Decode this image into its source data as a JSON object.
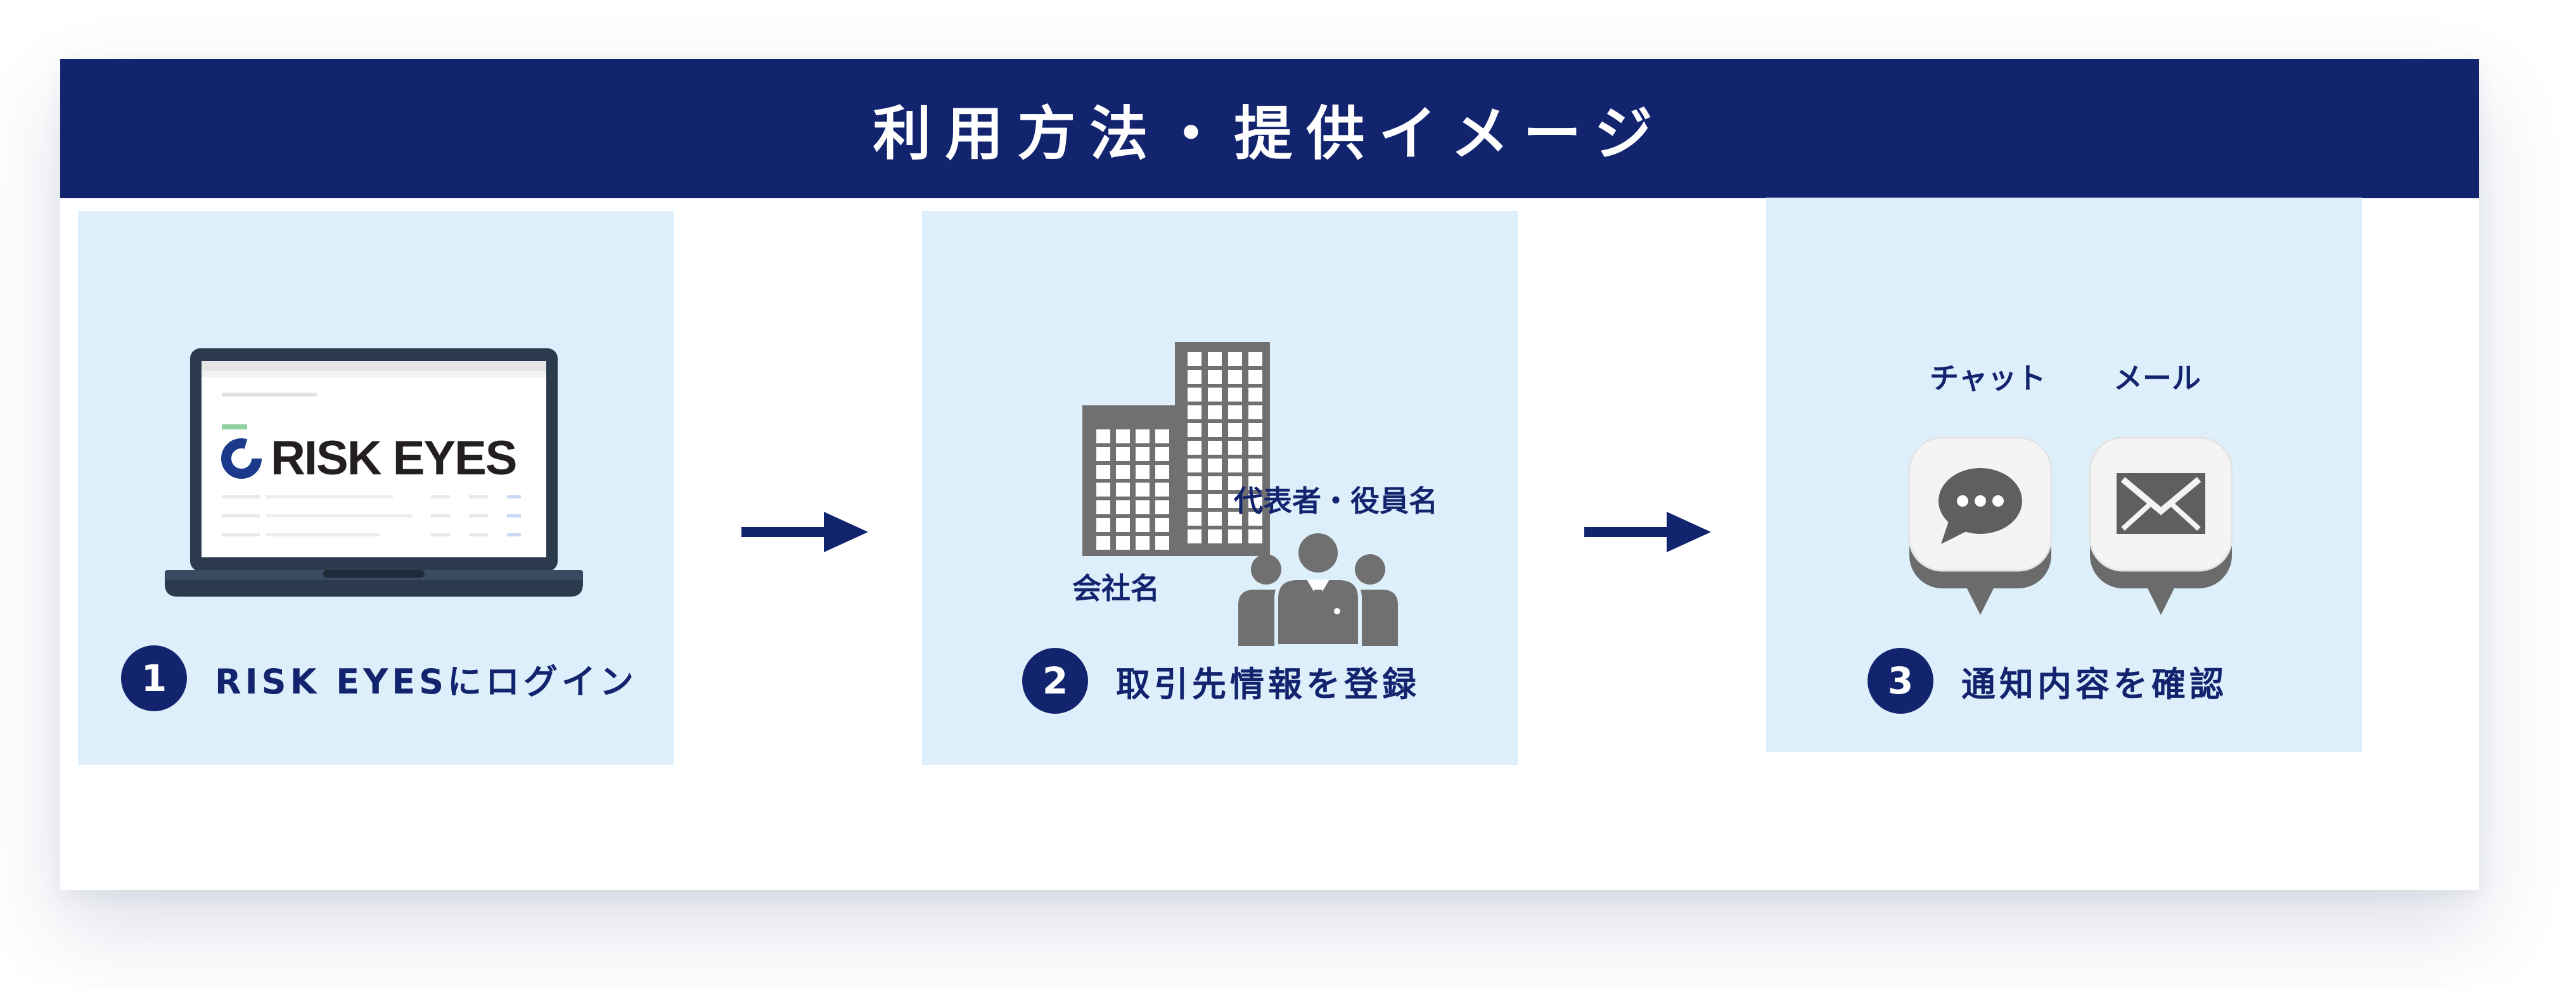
{
  "header": {
    "title": "利用方法・提供イメージ"
  },
  "panels": [
    {
      "step": "1",
      "label": "RISK EYESにログイン"
    },
    {
      "step": "2",
      "label": "取引先情報を登録"
    },
    {
      "step": "3",
      "label": "通知内容を確認"
    }
  ],
  "screen": {
    "logo_text": "RISK EYES"
  },
  "register": {
    "company_label": "会社名",
    "rep_label": "代表者・役員名"
  },
  "notify": {
    "chat_label": "チャット",
    "mail_label": "メール"
  },
  "colors": {
    "navy": "#13246f",
    "panel_bg": "#ddeffa",
    "icon_gray": "#707070",
    "laptop_frame": "#2c3a4e"
  },
  "icons": {
    "step1": "laptop-icon",
    "step2": [
      "buildings-icon",
      "people-icon"
    ],
    "step3": [
      "chat-icon",
      "mail-icon"
    ],
    "connector": "arrow-right-icon"
  }
}
